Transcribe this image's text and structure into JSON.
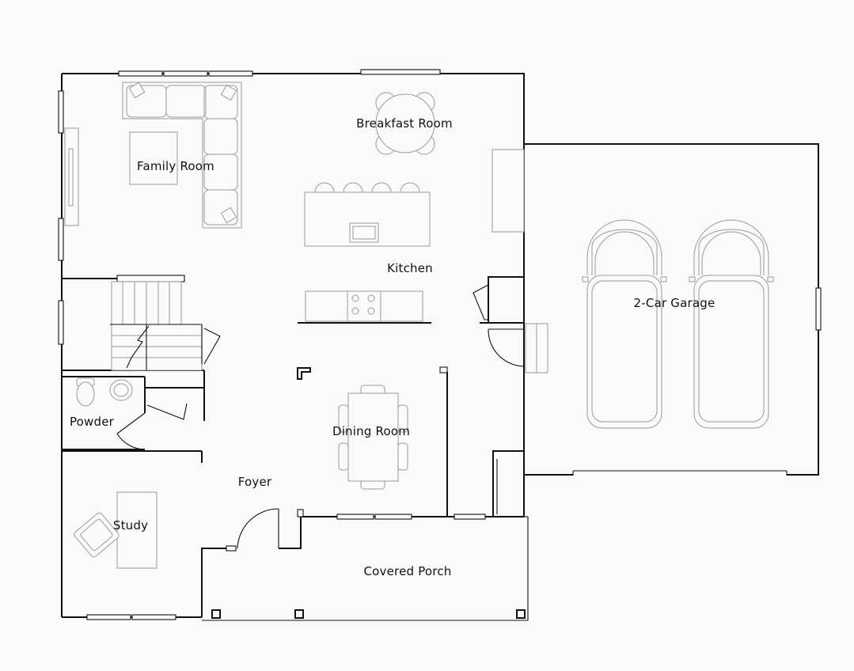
{
  "plan": {
    "rooms": {
      "family_room": "Family Room",
      "breakfast_room": "Breakfast Room",
      "kitchen": "Kitchen",
      "garage": "2-Car Garage",
      "powder": "Powder",
      "dining_room": "Dining Room",
      "foyer": "Foyer",
      "study": "Study",
      "covered_porch": "Covered Porch"
    },
    "colors": {
      "background": "#fafafa",
      "walls": "#111111",
      "furniture": "#9a9a9a"
    }
  }
}
